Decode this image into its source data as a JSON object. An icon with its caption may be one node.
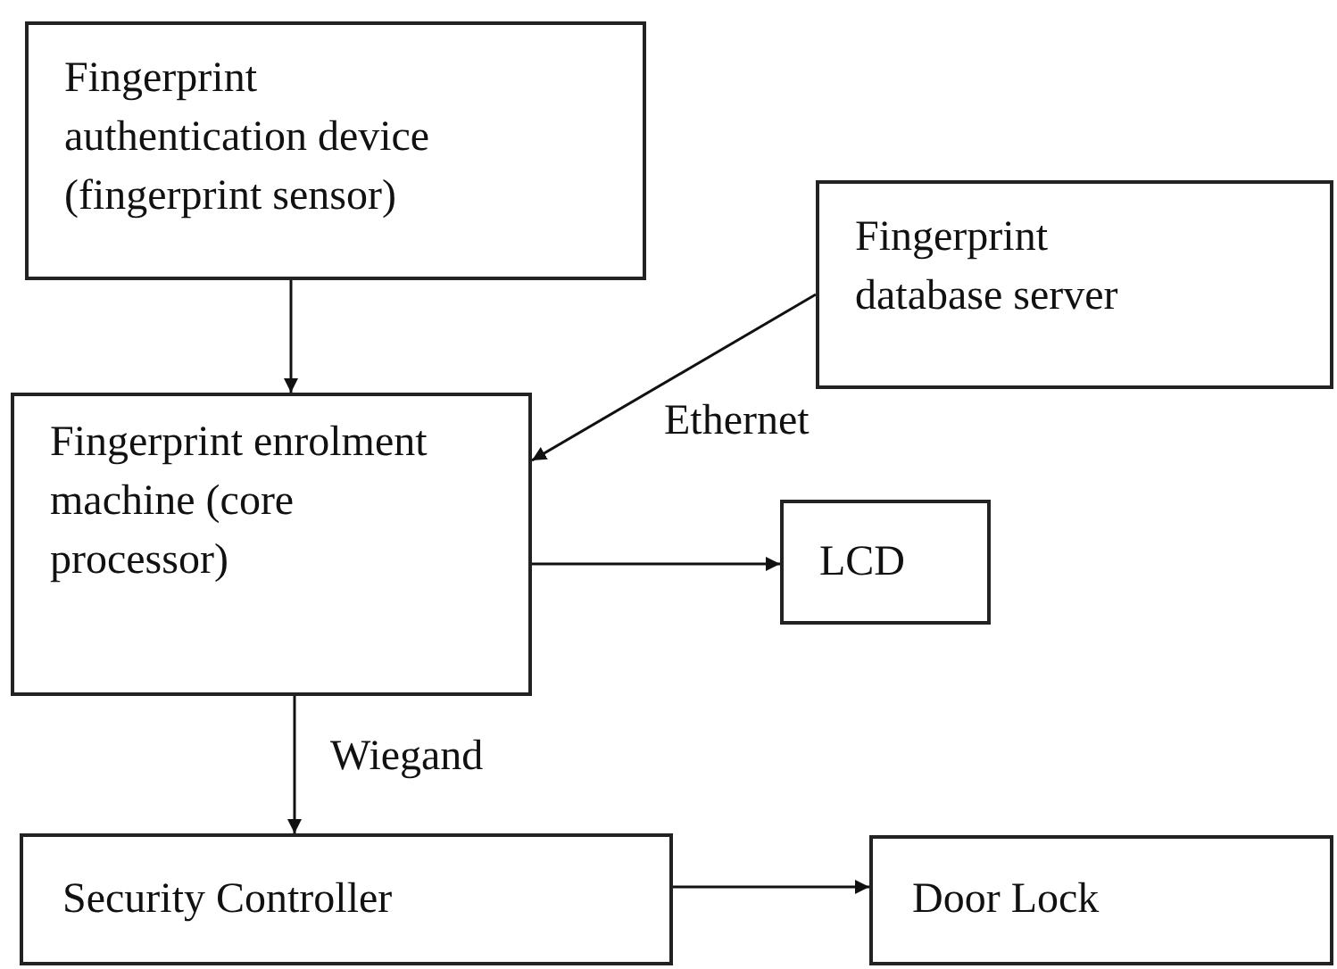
{
  "diagram": {
    "nodes": [
      {
        "text": [
          "Fingerprint authentication device (fingerprint sensor)"
        ]
      },
      {
        "text": [
          "Fingerprint database server"
        ]
      },
      {
        "text": [
          "Fingerprint enrolment machine (core processor)"
        ]
      },
      {
        "text": [
          "LCD"
        ]
      },
      {
        "text": [
          "Security Controller"
        ]
      },
      {
        "text": [
          "Door Lock"
        ]
      }
    ],
    "edges": [
      {
        "from": 0,
        "to": 2,
        "arrow": "to"
      },
      {
        "from": 1,
        "to": 2,
        "arrow": "to",
        "label": "Ethernet"
      },
      {
        "from": 2,
        "to": 3,
        "arrow": "to"
      },
      {
        "from": 2,
        "to": 4,
        "arrow": "to",
        "label": "Wiegand"
      },
      {
        "from": 4,
        "to": 5,
        "arrow": "to"
      }
    ]
  }
}
